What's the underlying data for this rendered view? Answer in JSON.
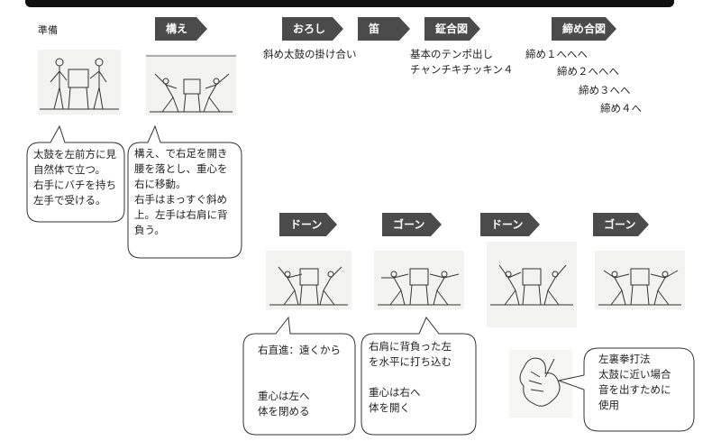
{
  "prep_label": "準備",
  "tags": {
    "kamae": "構え",
    "oroshi": "おろし",
    "fue": "笛",
    "kanegoe": "鉦合図",
    "shime": "締め合図",
    "don1": "ドーン",
    "gon1": "ゴーン",
    "don2": "ドーン",
    "gon2": "ゴーン"
  },
  "oroshi_desc": "斜め太鼓の掛け合い",
  "kane_desc": "基本のテンポ出し\nチャンチキチッキン４",
  "shime_lines": [
    "締め１へへへ",
    "締め２へへへ",
    "締め３へへ",
    "締め４へ"
  ],
  "bubbles": {
    "prep": "太鼓を左前方に見\n自然体で立つ。\n右手にバチを持ち\n左手で受ける。",
    "kamae": "構え、で右足を開き\n腰を落とし、重心を\n右に移動。\n右手はまっすぐ斜め\n上。左手は右肩に背\n負う。",
    "don": "右直進：遠くから\n\n\n重心は左へ\n体を閉める",
    "gon": "右肩に背負った左\nを水平に打ち込む\n\n重心は右へ\n体を開く",
    "hidari": "左裏拳打法\n太鼓に近い場合\n音を出すために\n使用"
  }
}
